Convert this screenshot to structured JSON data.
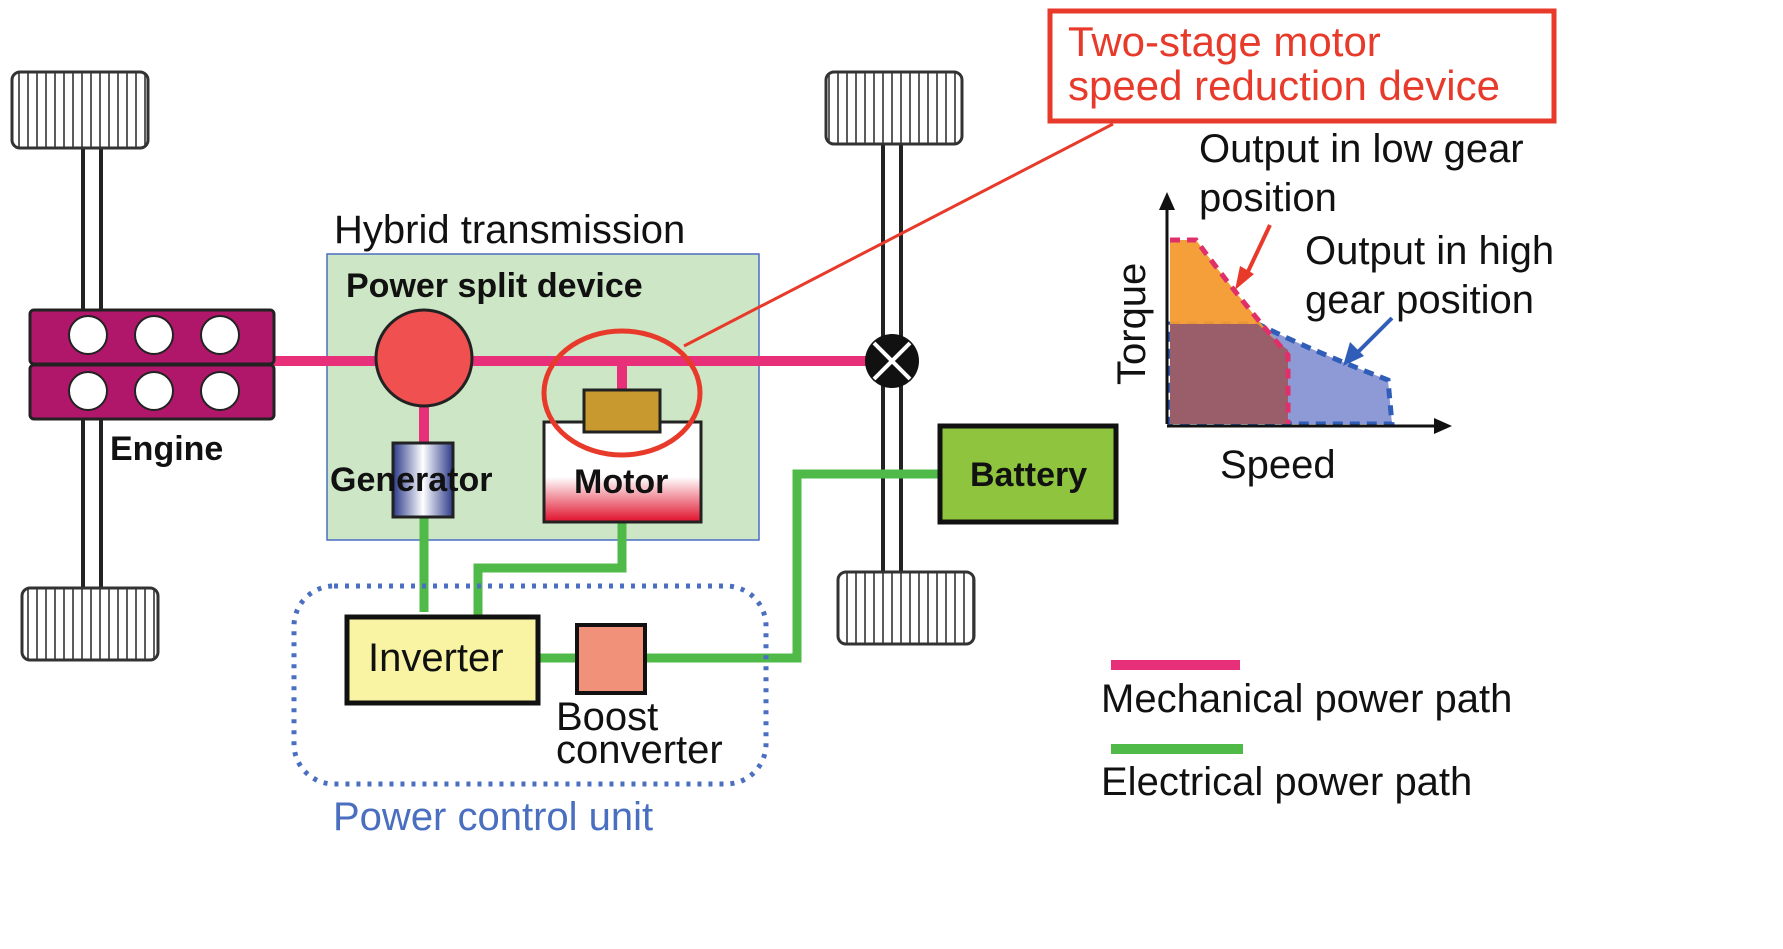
{
  "title_box": {
    "line1": "Two-stage motor",
    "line2": "speed reduction device"
  },
  "hybrid_transmission": "Hybrid transmission",
  "power_split_device": "Power split device",
  "engine": "Engine",
  "generator": "Generator",
  "motor": "Motor",
  "battery": "Battery",
  "inverter": "Inverter",
  "boost_converter": {
    "line1": "Boost",
    "line2": "converter"
  },
  "power_control_unit": "Power control unit",
  "graph": {
    "low_gear": {
      "line1": "Output in low gear",
      "line2": "position"
    },
    "high_gear": {
      "line1": "Output in high",
      "line2": "gear position"
    },
    "ylabel": "Torque",
    "xlabel": "Speed"
  },
  "legend": {
    "mechanical": "Mechanical power path",
    "electrical": "Electrical power path"
  },
  "colors": {
    "mechanical": "#e8307a",
    "electrical": "#4fba48",
    "highlight": "#e83a2a",
    "pcu": "#4a6fc0",
    "engine": "#b0176a",
    "transmission_bg": "#cde6c5"
  }
}
